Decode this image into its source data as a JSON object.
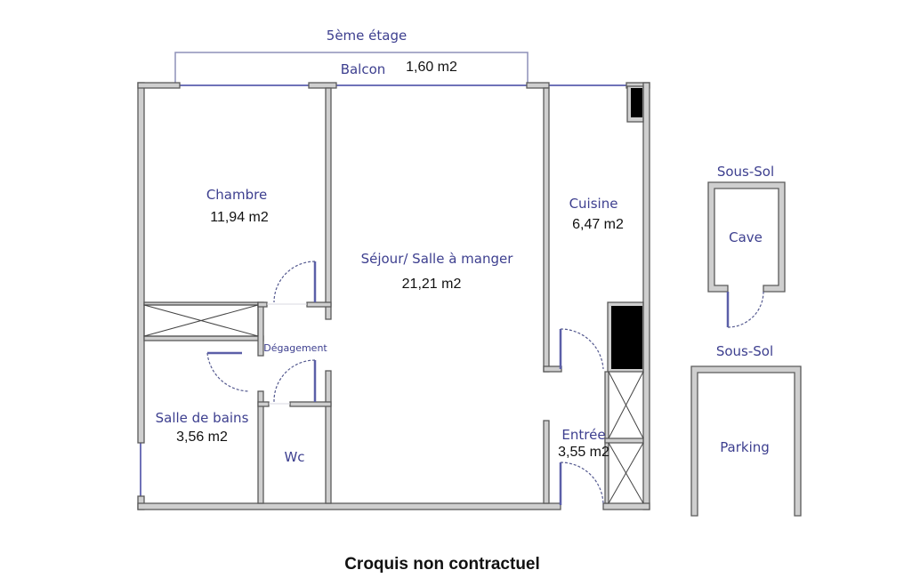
{
  "floor_label": "5ème étage",
  "balcony": {
    "name": "Balcon",
    "area": "1,60 m2"
  },
  "rooms": {
    "chambre": {
      "name": "Chambre",
      "area": "11,94 m2"
    },
    "sejour": {
      "name": "Séjour/ Salle à manger",
      "area": "21,21 m2"
    },
    "cuisine": {
      "name": "Cuisine",
      "area": "6,47 m2"
    },
    "degagement": {
      "name": "Dégagement"
    },
    "salle_de_bains": {
      "name": "Salle de bains",
      "area": "3,56 m2"
    },
    "wc": {
      "name": "Wc"
    },
    "entree": {
      "name": "Entrée",
      "area": "3,55 m2"
    }
  },
  "annex": {
    "cave": {
      "level": "Sous-Sol",
      "name": "Cave"
    },
    "parking": {
      "level": "Sous-Sol",
      "name": "Parking"
    }
  },
  "footer": "Croquis non contractuel"
}
